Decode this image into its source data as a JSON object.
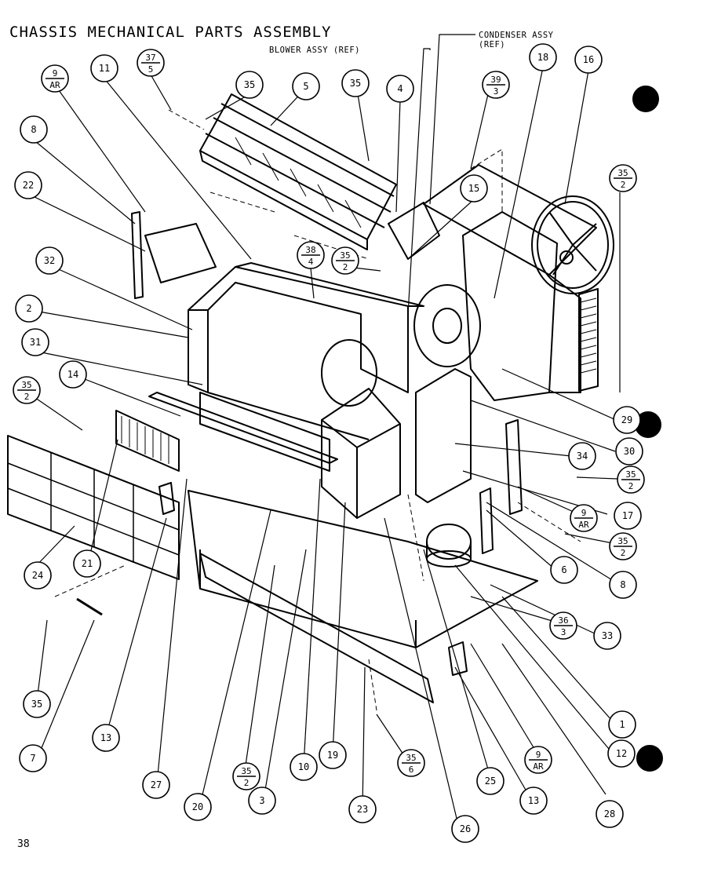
{
  "title": "CHASSIS MECHANICAL PARTS ASSEMBLY",
  "refs": {
    "blower": "BLOWER ASSY (REF)",
    "condenser_line1": "CONDENSER ASSY",
    "condenser_line2": "(REF)"
  },
  "page_number": "38",
  "callouts": [
    {
      "id": "c-37-5",
      "top": "37",
      "bottom": "5"
    },
    {
      "id": "c-9-ar-a",
      "top": "9",
      "bottom": "AR"
    },
    {
      "id": "c-11",
      "label": "11"
    },
    {
      "id": "c-35-a",
      "label": "35"
    },
    {
      "id": "c-5",
      "label": "5"
    },
    {
      "id": "c-35-b",
      "label": "35"
    },
    {
      "id": "c-4",
      "label": "4"
    },
    {
      "id": "c-39-3",
      "top": "39",
      "bottom": "3"
    },
    {
      "id": "c-18",
      "label": "18"
    },
    {
      "id": "c-16",
      "label": "16"
    },
    {
      "id": "c-8-a",
      "label": "8"
    },
    {
      "id": "c-22",
      "label": "22"
    },
    {
      "id": "c-15",
      "label": "15"
    },
    {
      "id": "c-35-2-a",
      "top": "35",
      "bottom": "2"
    },
    {
      "id": "c-32",
      "label": "32"
    },
    {
      "id": "c-38-4",
      "top": "38",
      "bottom": "4"
    },
    {
      "id": "c-35-2-b",
      "top": "35",
      "bottom": "2"
    },
    {
      "id": "c-2",
      "label": "2"
    },
    {
      "id": "c-31",
      "label": "31"
    },
    {
      "id": "c-14",
      "label": "14"
    },
    {
      "id": "c-35-2-c",
      "top": "35",
      "bottom": "2"
    },
    {
      "id": "c-29",
      "label": "29"
    },
    {
      "id": "c-30",
      "label": "30"
    },
    {
      "id": "c-34",
      "label": "34"
    },
    {
      "id": "c-35-2-d",
      "top": "35",
      "bottom": "2"
    },
    {
      "id": "c-17",
      "label": "17"
    },
    {
      "id": "c-9-ar-b",
      "top": "9",
      "bottom": "AR"
    },
    {
      "id": "c-35-2-e",
      "top": "35",
      "bottom": "2"
    },
    {
      "id": "c-6",
      "label": "6"
    },
    {
      "id": "c-8-b",
      "label": "8"
    },
    {
      "id": "c-24",
      "label": "24"
    },
    {
      "id": "c-21",
      "label": "21"
    },
    {
      "id": "c-36-3",
      "top": "36",
      "bottom": "3"
    },
    {
      "id": "c-33",
      "label": "33"
    },
    {
      "id": "c-35-c",
      "label": "35"
    },
    {
      "id": "c-1",
      "label": "1"
    },
    {
      "id": "c-7",
      "label": "7"
    },
    {
      "id": "c-13-a",
      "label": "13"
    },
    {
      "id": "c-12",
      "label": "12"
    },
    {
      "id": "c-9-ar-c",
      "top": "9",
      "bottom": "AR"
    },
    {
      "id": "c-27",
      "label": "27"
    },
    {
      "id": "c-35-2-f",
      "top": "35",
      "bottom": "2"
    },
    {
      "id": "c-10",
      "label": "10"
    },
    {
      "id": "c-19",
      "label": "19"
    },
    {
      "id": "c-35-6",
      "top": "35",
      "bottom": "6"
    },
    {
      "id": "c-25",
      "label": "25"
    },
    {
      "id": "c-28",
      "label": "28"
    },
    {
      "id": "c-20",
      "label": "20"
    },
    {
      "id": "c-3",
      "label": "3"
    },
    {
      "id": "c-23",
      "label": "23"
    },
    {
      "id": "c-26",
      "label": "26"
    },
    {
      "id": "c-13-b",
      "label": "13"
    }
  ]
}
